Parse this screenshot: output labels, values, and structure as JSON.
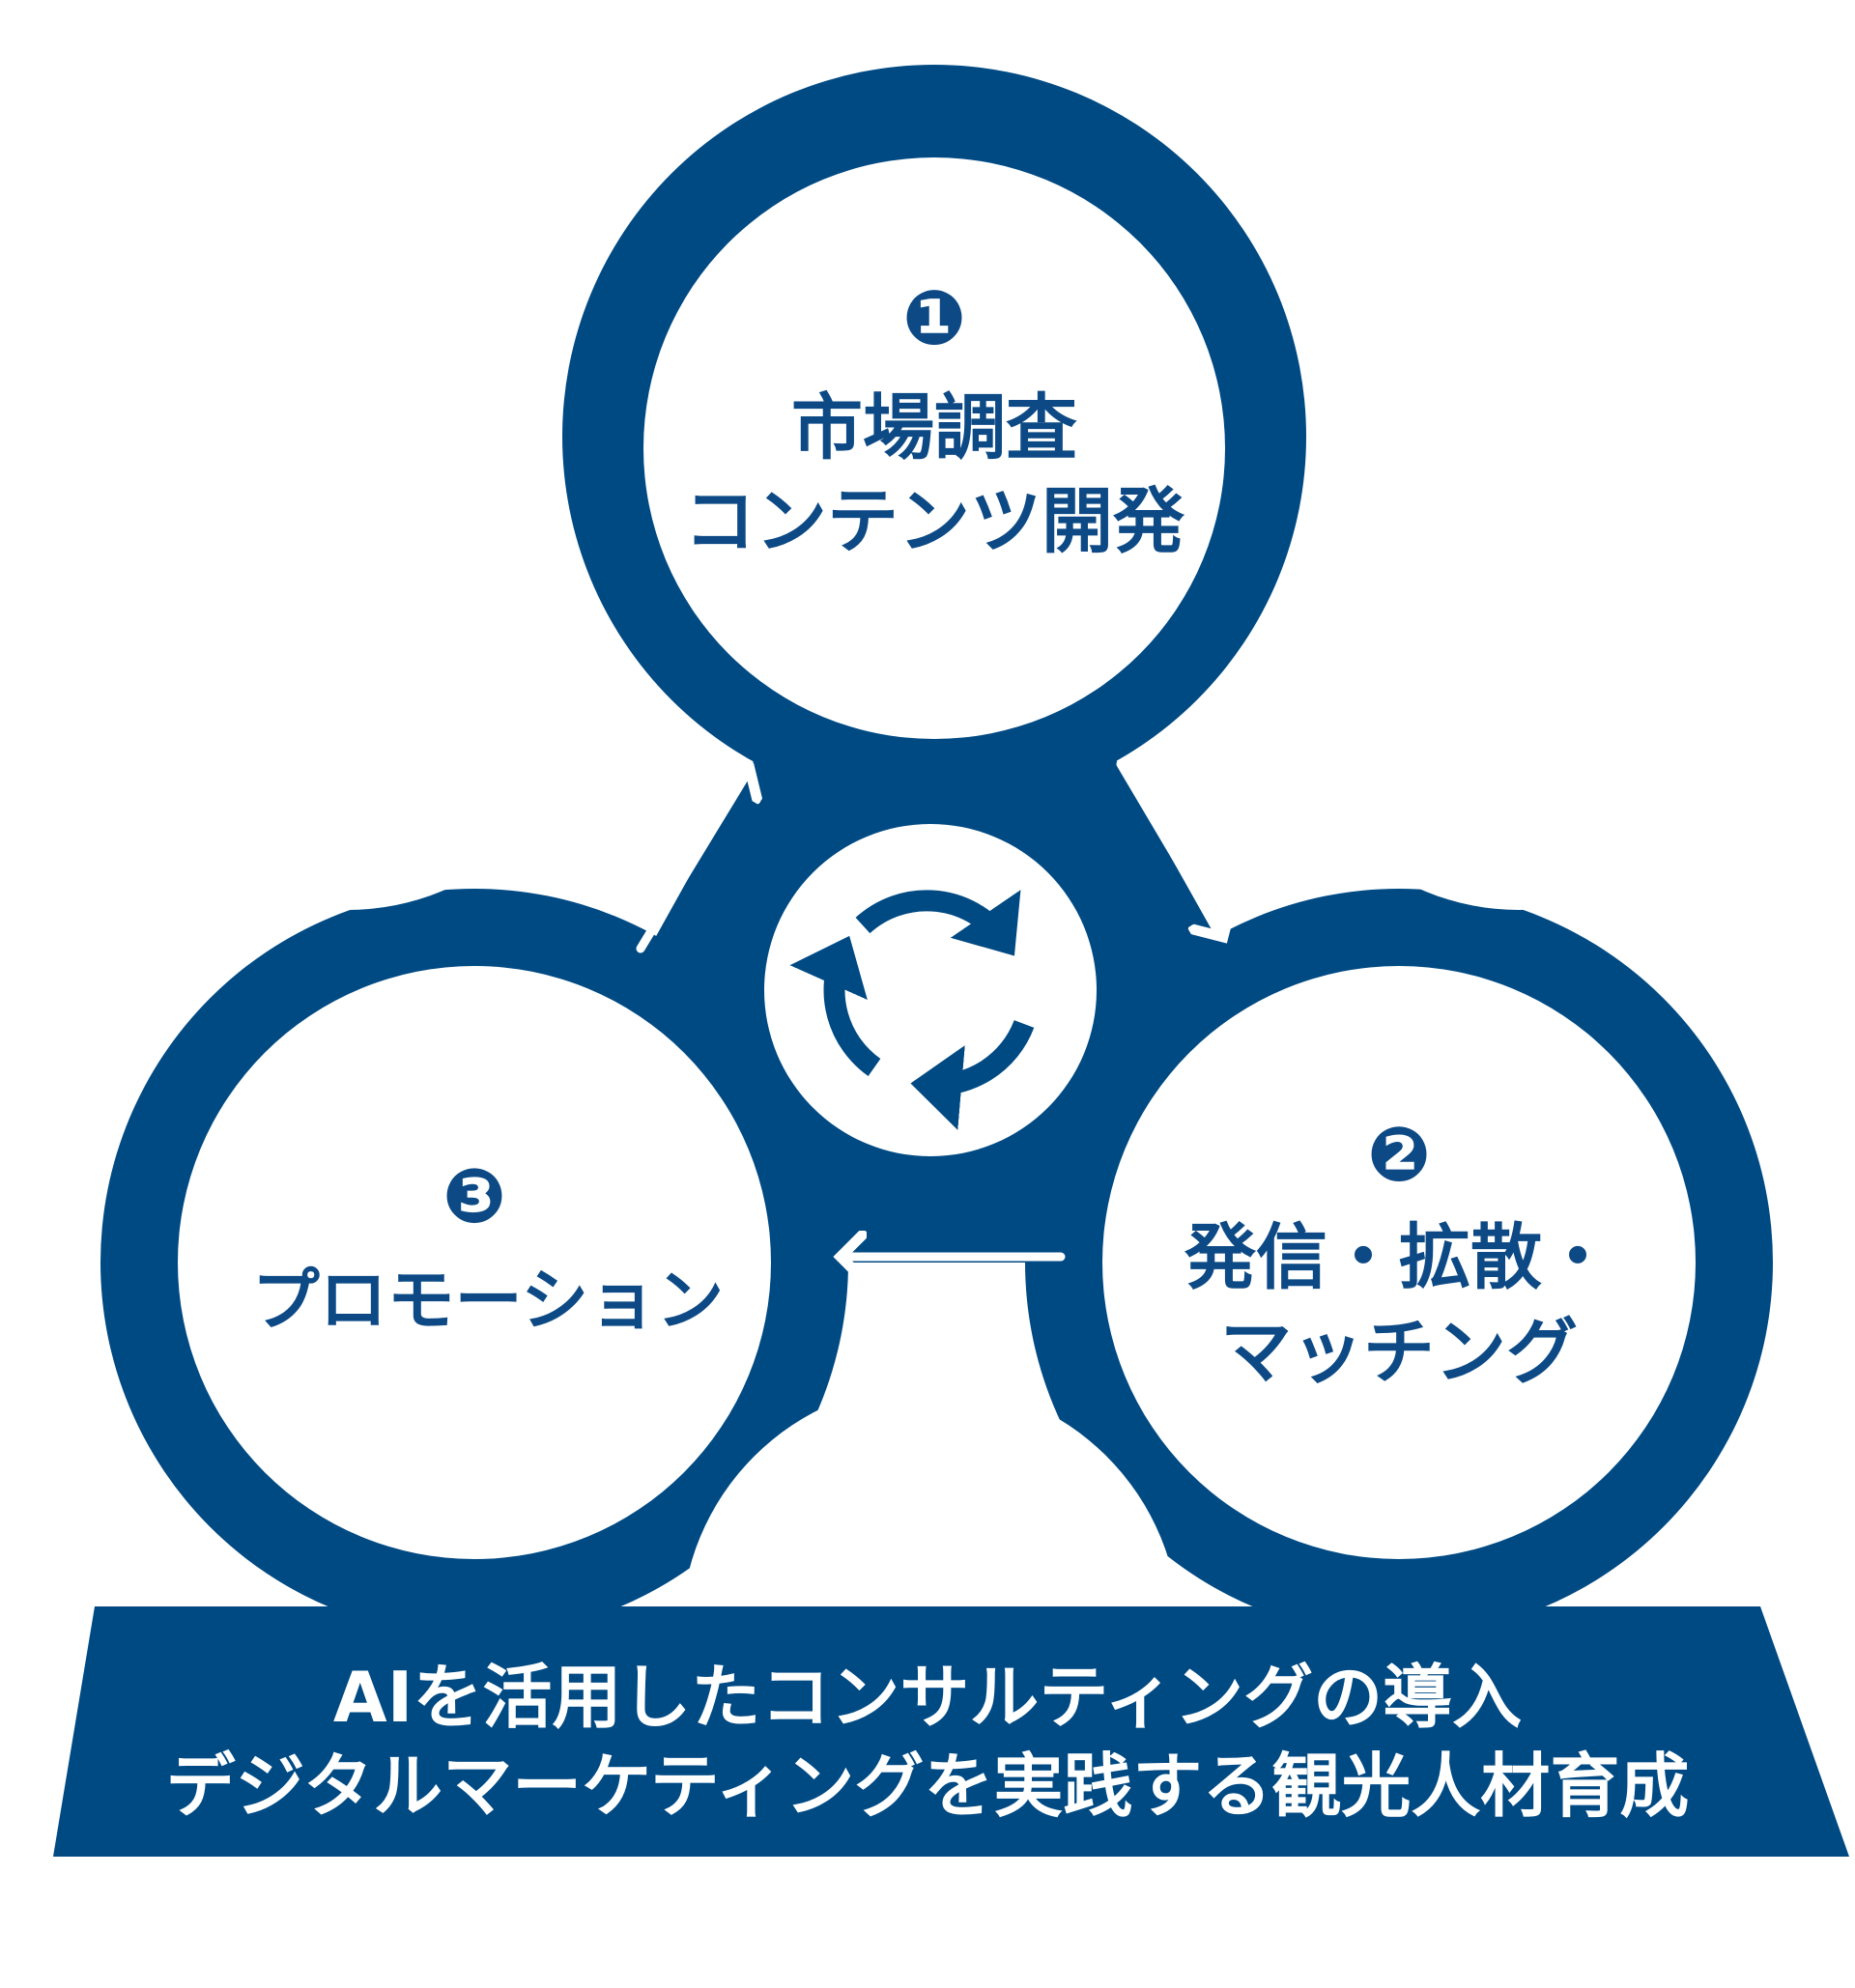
{
  "colors": {
    "primary": "#004a84",
    "background": "#ffffff",
    "text_on_primary": "#ffffff"
  },
  "steps": [
    {
      "number": "❶",
      "lines": [
        "市場調査",
        "コンテンツ開発"
      ]
    },
    {
      "number": "❷",
      "lines": [
        "発信・拡散・",
        "マッチング"
      ]
    },
    {
      "number": "❸",
      "lines": [
        "プロモーション"
      ]
    }
  ],
  "center_icon": "cycle-arrows-icon",
  "base": {
    "lines": [
      "AIを活用したコンサルティングの導入",
      "デジタルマーケティングを実践する観光人材育成"
    ]
  }
}
